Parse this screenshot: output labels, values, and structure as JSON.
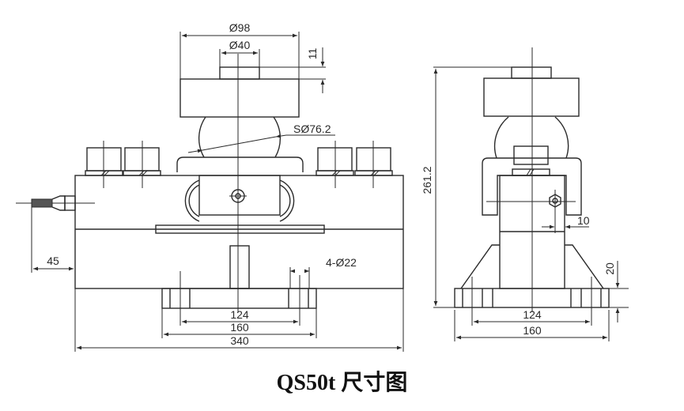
{
  "title": "QS50t 尺寸图",
  "front_view": {
    "dimensions": {
      "top_block_diameter": "Ø98",
      "top_button_diameter": "Ø40",
      "button_height": "11",
      "ball_diameter": "SØ76.2",
      "cable_offset": "45",
      "mount_holes": "4-Ø22",
      "hole_spacing": "124",
      "base_width": "160",
      "overall_length": "340"
    }
  },
  "side_view": {
    "dimensions": {
      "overall_height": "261.2",
      "nut_offset": "10",
      "base_thickness": "20",
      "hole_spacing": "124",
      "base_width": "160"
    }
  }
}
